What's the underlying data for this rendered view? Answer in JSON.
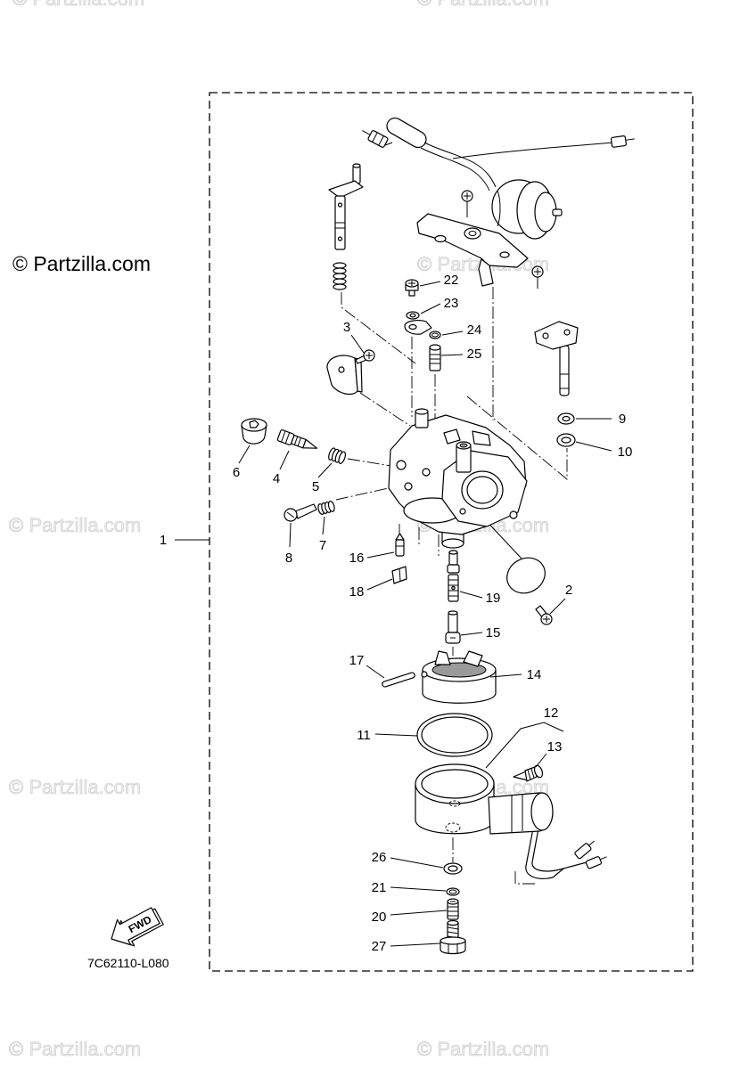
{
  "copyright_notice": "© Partzilla.com",
  "watermark_text": "© Partzilla.com",
  "callouts": [
    "1",
    "2",
    "3",
    "4",
    "5",
    "6",
    "7",
    "8",
    "9",
    "10",
    "11",
    "12",
    "13",
    "14",
    "15",
    "16",
    "17",
    "18",
    "19",
    "20",
    "21",
    "22",
    "23",
    "24",
    "25",
    "26",
    "27"
  ],
  "fwd_label": "FWD",
  "diagram_code": "7C62110-L080",
  "colors": {
    "line": "#000000",
    "watermark": "#c9c9c9",
    "background": "#ffffff"
  }
}
